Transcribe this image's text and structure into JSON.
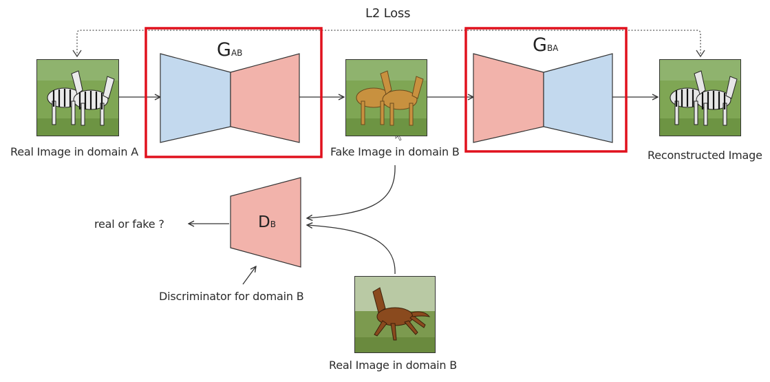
{
  "diagram": {
    "loss_label": "L2 Loss",
    "generator_ab": {
      "letter": "G",
      "subscript": "AB"
    },
    "generator_ba": {
      "letter": "G",
      "subscript": "BA"
    },
    "discriminator_b": {
      "letter": "D",
      "subscript": "B"
    },
    "real_image_a_label": "Real Image in domain A",
    "fake_image_b_label": "Fake Image in domain B",
    "reconstructed_label": "Reconstructed Image",
    "real_or_fake_label": "real or fake ?",
    "discriminator_label": "Discriminator for domain B",
    "real_image_b_label": "Real Image in domain B",
    "colors": {
      "encoder_blue": "#c3d9ee",
      "decoder_pink": "#f2b3ab",
      "highlight_red": "#e0111d",
      "arrow": "#333333"
    }
  }
}
